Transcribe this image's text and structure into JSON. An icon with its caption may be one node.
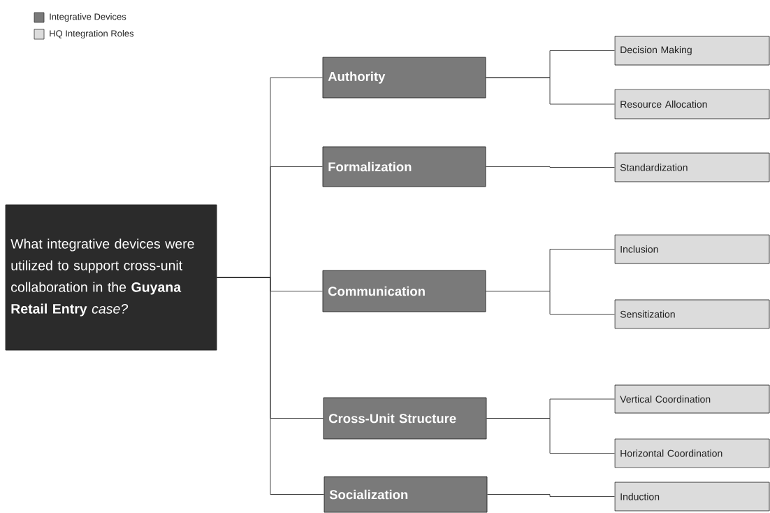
{
  "diagram": {
    "nodes": [
      {
        "text": [
          "What integrative devices were utilized to support cross-unit collaboration in the **Guyana Retail Entry** *case?*"
        ]
      },
      {
        "text": [
          "Authority"
        ]
      },
      {
        "text": [
          "Formalization"
        ]
      },
      {
        "text": [
          "Communication"
        ]
      },
      {
        "text": [
          "Cross-Unit Structure"
        ]
      },
      {
        "text": [
          "Socialization"
        ]
      },
      {
        "text": [
          "Decision Making"
        ]
      },
      {
        "text": [
          "Resource Allocation"
        ]
      },
      {
        "text": [
          "Standardization"
        ]
      },
      {
        "text": [
          "Inclusion"
        ]
      },
      {
        "text": [
          "Sensitization"
        ]
      },
      {
        "text": [
          "Vertical Coordination"
        ]
      },
      {
        "text": [
          "Horizontal Coordination"
        ]
      },
      {
        "text": [
          "Induction"
        ]
      }
    ],
    "edges": [
      {
        "from": 0,
        "to": 1,
        "arrow": "none"
      },
      {
        "from": 0,
        "to": 2,
        "arrow": "none"
      },
      {
        "from": 0,
        "to": 3,
        "arrow": "none"
      },
      {
        "from": 0,
        "to": 4,
        "arrow": "none"
      },
      {
        "from": 0,
        "to": 5,
        "arrow": "none"
      },
      {
        "from": 1,
        "to": 6,
        "arrow": "none"
      },
      {
        "from": 1,
        "to": 7,
        "arrow": "none"
      },
      {
        "from": 2,
        "to": 8,
        "arrow": "none"
      },
      {
        "from": 3,
        "to": 9,
        "arrow": "none"
      },
      {
        "from": 3,
        "to": 10,
        "arrow": "none"
      },
      {
        "from": 4,
        "to": 11,
        "arrow": "none"
      },
      {
        "from": 4,
        "to": 12,
        "arrow": "none"
      },
      {
        "from": 5,
        "to": 13,
        "arrow": "none"
      }
    ],
    "legend": [
      {
        "text": "Integrative Devices",
        "color": "#7a7a7a"
      },
      {
        "text": "HQ Integration Roles",
        "color": "#dcdcdc"
      }
    ]
  }
}
